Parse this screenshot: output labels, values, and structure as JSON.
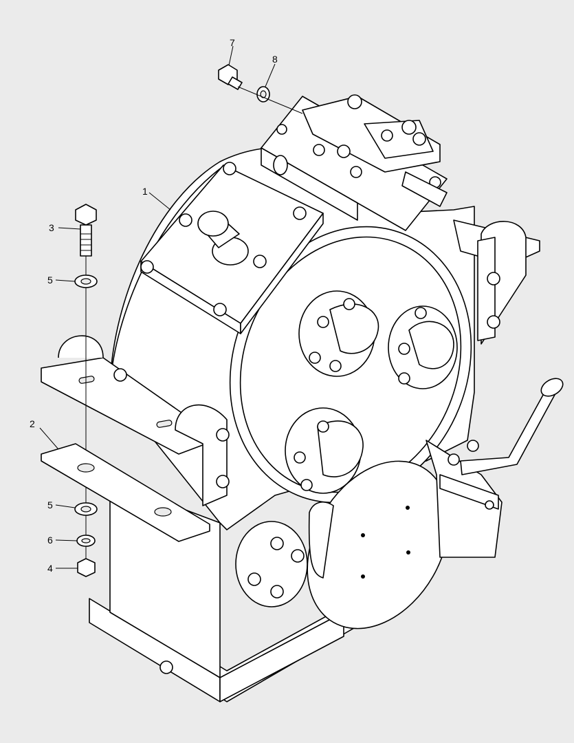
{
  "callouts": [
    {
      "id": "c1",
      "label": "1",
      "part": "gearbox-housing"
    },
    {
      "id": "c2",
      "label": "2",
      "part": "mounting-plate"
    },
    {
      "id": "c3",
      "label": "3",
      "part": "bolt"
    },
    {
      "id": "c4",
      "label": "4",
      "part": "nut"
    },
    {
      "id": "c5a",
      "label": "5",
      "part": "washer"
    },
    {
      "id": "c5b",
      "label": "5",
      "part": "washer"
    },
    {
      "id": "c6",
      "label": "6",
      "part": "lock-washer"
    },
    {
      "id": "c7",
      "label": "7",
      "part": "breather-plug"
    },
    {
      "id": "c8",
      "label": "8",
      "part": "sealing-washer"
    }
  ]
}
